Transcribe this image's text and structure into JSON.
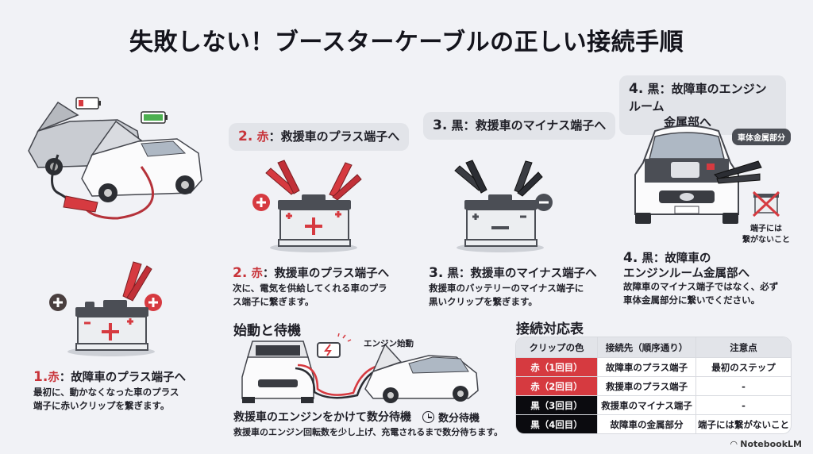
{
  "title": "失敗しない！ブースターケーブルの正しい接続手順",
  "hero": {
    "dead_battery_icon": "battery-low-icon",
    "full_battery_icon": "battery-full-icon",
    "colors": {
      "low": "#d63a40",
      "full": "#4caf50"
    }
  },
  "steps": [
    {
      "number": "1.",
      "color_label": "赤",
      "separator": "：",
      "heading": "故障車のプラス端子へ",
      "description": "最初に、動かなくなった車のプラス端子に赤いクリップを繋ぎます。",
      "desc_lines": [
        "最初に、動かなくなった車のプラス",
        "端子に赤いクリップを繋ぎます。"
      ]
    },
    {
      "number": "2.",
      "color_label": "赤",
      "separator": "：",
      "pill": "救援車のプラス端子へ",
      "heading": "救援車のプラス端子へ",
      "desc_lines": [
        "次に、電気を供給してくれる車のプラ",
        "ス端子に繋ぎます。"
      ]
    },
    {
      "number": "3.",
      "color_label": "黒",
      "separator": "：",
      "pill": "救援車のマイナス端子へ",
      "heading": "救援車のマイナス端子へ",
      "desc_lines": [
        "救援車のバッテリーのマイナス端子に",
        "黒いクリップを繋ぎます。"
      ]
    },
    {
      "number": "4.",
      "color_label": "黒",
      "separator": "：",
      "pill_line1": "故障車のエンジンルーム",
      "pill_line2": "金属部へ",
      "heading_line1": "故障車の",
      "heading_line2": "エンジンルーム金属部へ",
      "desc_lines": [
        "故障車のマイナス端子ではなく、必ず",
        "車体金属部分に繋いでください。"
      ],
      "callout": "車体金属部分",
      "warning_lines": [
        "端子には",
        "繋がないこと"
      ]
    }
  ],
  "start": {
    "title": "始動と待機",
    "engine_label": "エンジン始動",
    "heading": "救援車のエンジンをかけて数分待機",
    "wait_badge": "数分待機",
    "description": "救援車のエンジン回転数を少し上げ、充電されるまで数分待ちます。"
  },
  "table": {
    "title": "接続対応表",
    "headers": [
      "クリップの色",
      "接続先（順序通り）",
      "注意点"
    ],
    "rows": [
      {
        "color": "赤（1回目）",
        "target": "故障車のプラス端子",
        "note": "最初のステップ",
        "tone": "red"
      },
      {
        "color": "赤（2回目）",
        "target": "救援車のプラス端子",
        "note": "-",
        "tone": "red"
      },
      {
        "color": "黒（3回目）",
        "target": "救援車のマイナス端子",
        "note": "-",
        "tone": "black"
      },
      {
        "color": "黒（4回目）",
        "target": "故障車の金属部分",
        "note": "端子には繋がないこと",
        "tone": "black"
      }
    ]
  },
  "brand": "NotebookLM",
  "colors": {
    "accent_red": "#c8343a",
    "clip_red": "#d63a40",
    "clip_black": "#2b2d33",
    "background": "#f1f2f6"
  }
}
